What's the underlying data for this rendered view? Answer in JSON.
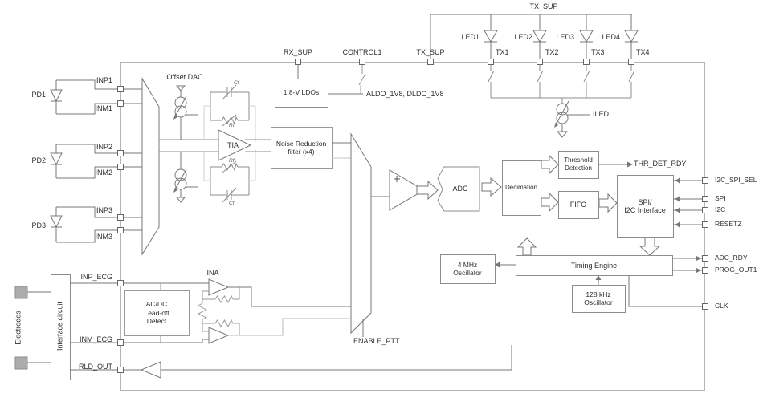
{
  "chip": {
    "tx_rail_label": "TX_SUP",
    "leds": [
      "LED1",
      "LED2",
      "LED3",
      "LED4"
    ],
    "tx_pins": [
      "TX1",
      "TX2",
      "TX3",
      "TX4"
    ],
    "top_pins": [
      "RX_SUP",
      "CONTROL1",
      "TX_SUP"
    ],
    "iled_label": "ILED",
    "ldo_label": "1.8-V LDOs",
    "ldo_out_label": "ALDO_1V8, DLDO_1V8",
    "offset_dac_label": "Offset DAC",
    "tia_label": "TIA",
    "cf_label": "Cf",
    "rf_label": "Rf",
    "noise_filter": [
      "Noise Reduction",
      "filter (x4)"
    ],
    "adc_label": "ADC",
    "enable_ptt_label": "ENABLE_PTT",
    "decimation_label": "Decimation",
    "threshold": [
      "Threshold",
      "Detection"
    ],
    "thr_det_rdy_label": "THR_DET_RDY",
    "fifo_label": "FIFO",
    "spi": [
      "SPI/",
      "I2C Interface"
    ],
    "timing_label": "Timing Engine",
    "osc4": [
      "4 MHz",
      "Oscillator"
    ],
    "osc128": [
      "128 kHz",
      "Oscillator"
    ],
    "right_pins": [
      "I2C_SPI_SEL",
      "SPI",
      "I2C",
      "RESETZ",
      "ADC_RDY",
      "PROG_OUT1",
      "CLK"
    ]
  },
  "photodiodes": {
    "labels": [
      "PD1",
      "PD2",
      "PD3"
    ],
    "pins": [
      "INP1",
      "INM1",
      "INP2",
      "INM2",
      "INP3",
      "INM3"
    ]
  },
  "ecg": {
    "electrodes_label": "Electrodes",
    "interface_label": "Interface circuit",
    "leadoff": [
      "AC/DC",
      "Lead-off",
      "Detect"
    ],
    "ina_label": "INA",
    "pins": [
      "INP_ECG",
      "INM_ECG",
      "RLD_OUT"
    ]
  },
  "colors": {
    "line": "#6f6f6f",
    "light_line": "#c6c6c6",
    "box_border": "#8d8d8d",
    "chip_border": "#b5b5b5",
    "electrode_fill": "#ababab"
  }
}
